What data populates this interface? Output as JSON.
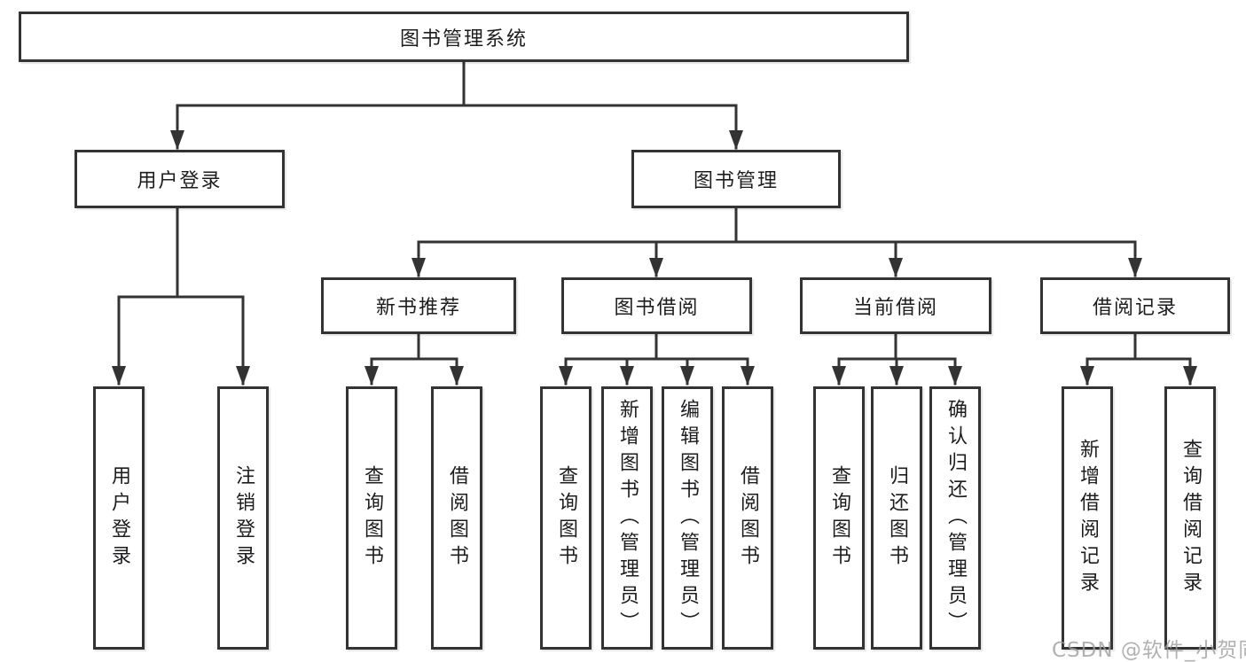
{
  "tree": {
    "root": {
      "label": "图书管理系统",
      "children": [
        {
          "label": "用户登录",
          "children": [
            {
              "label": "用户登录"
            },
            {
              "label": "注销登录"
            }
          ]
        },
        {
          "label": "图书管理",
          "children": [
            {
              "label": "新书推荐",
              "children": [
                {
                  "label": "查询图书"
                },
                {
                  "label": "借阅图书"
                }
              ]
            },
            {
              "label": "图书借阅",
              "children": [
                {
                  "label": "查询图书"
                },
                {
                  "label": "新增图书（管理员）"
                },
                {
                  "label": "编辑图书（管理员）"
                },
                {
                  "label": "借阅图书"
                }
              ]
            },
            {
              "label": "当前借阅",
              "children": [
                {
                  "label": "查询图书"
                },
                {
                  "label": "归还图书"
                },
                {
                  "label": "确认归还（管理员）"
                }
              ]
            },
            {
              "label": "借阅记录",
              "children": [
                {
                  "label": "新增借阅记录"
                },
                {
                  "label": "查询借阅记录"
                }
              ]
            }
          ]
        }
      ]
    }
  },
  "watermark": "CSDN @软件_小贺同学",
  "colors": {
    "line": "#333333",
    "box_border": "#333333",
    "box_fill": "#ffffff",
    "text": "#1d1d1f",
    "background": "#ffffff",
    "watermark": "#9e9e9e"
  }
}
